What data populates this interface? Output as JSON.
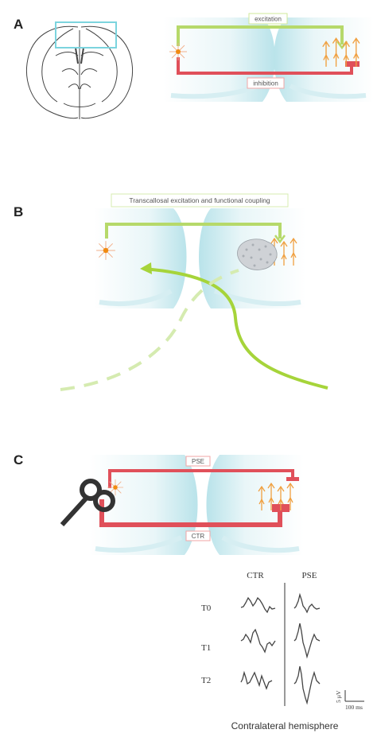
{
  "panels": {
    "a": {
      "label": "A",
      "excitation_label": "excitation",
      "inhibition_label": "inhibition"
    },
    "b": {
      "label": "B",
      "title": "Transcallosal excitation and functional coupling"
    },
    "c": {
      "label": "C",
      "pse_label": "PSE",
      "ctr_label": "CTR"
    }
  },
  "traces": {
    "column_headers": [
      "CTR",
      "PSE"
    ],
    "row_labels": [
      "T0",
      "T1",
      "T2"
    ],
    "scale_voltage": "5 µV",
    "scale_time": "100 ms",
    "caption": "Contralateral hemisphere"
  },
  "colors": {
    "excitation": "#b6d96a",
    "inhibition": "#e0505a",
    "cortex": "#bfe6ec",
    "neuron": "#f0a040",
    "neuron_dot": "#f08a10",
    "stim_arrow": "#a6d43a"
  }
}
